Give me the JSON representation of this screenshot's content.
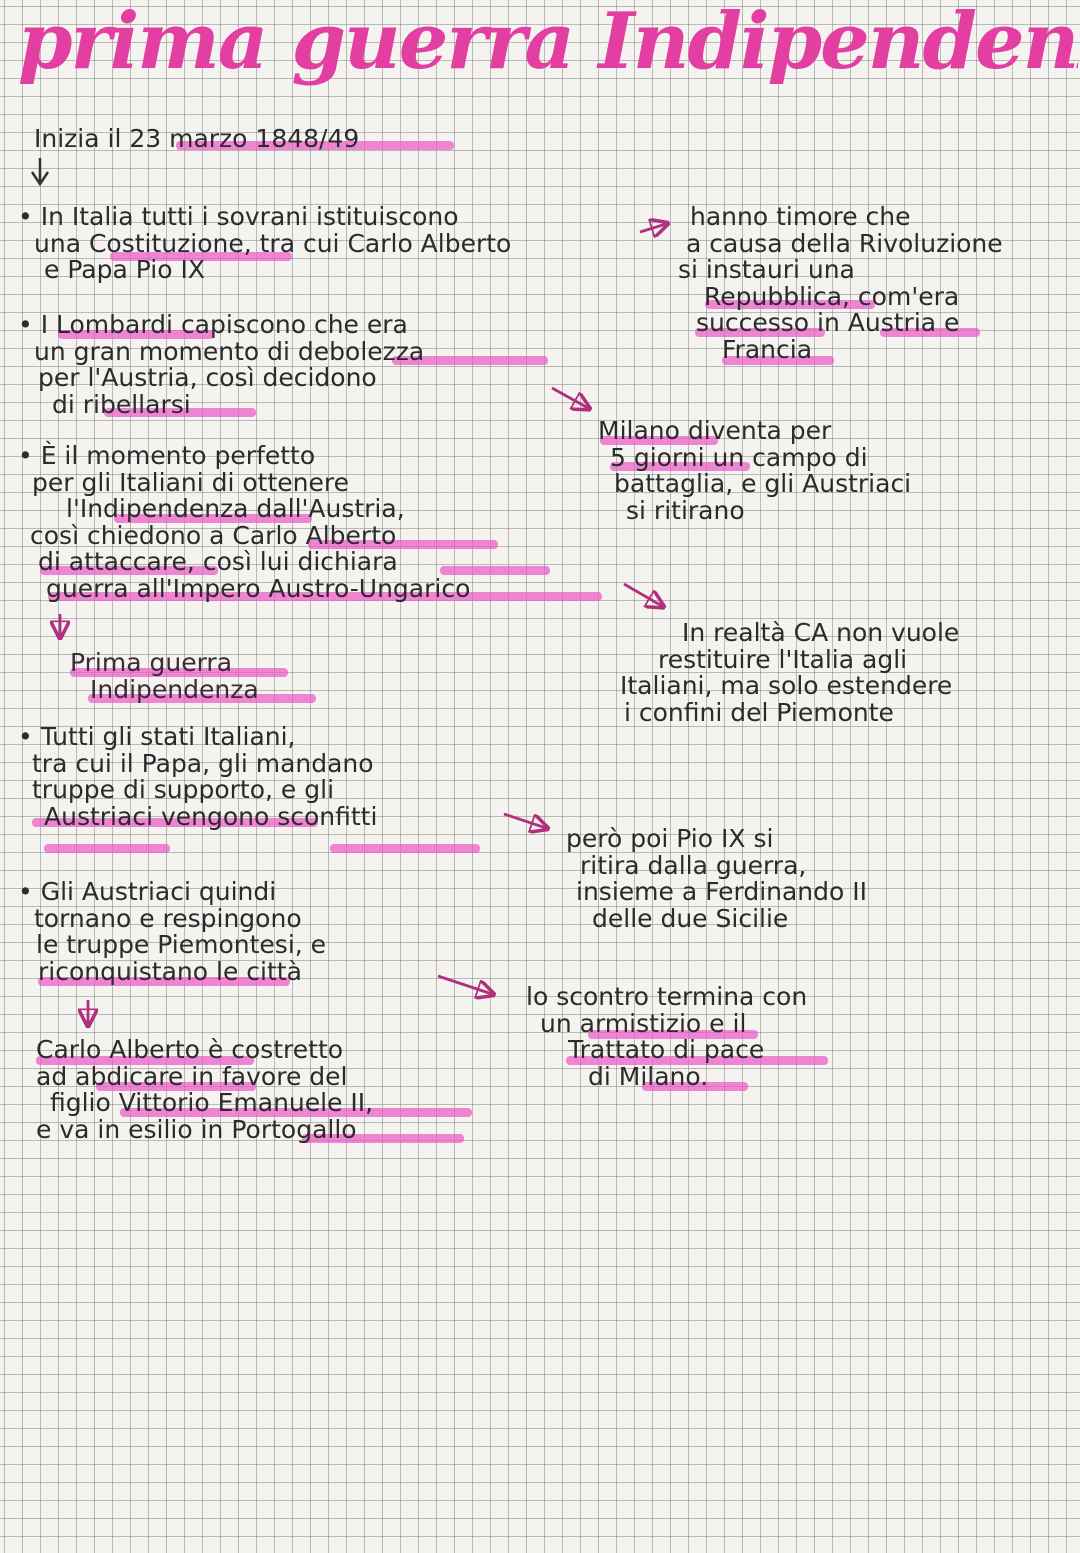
{
  "title": "prima guerra Indipendenz",
  "intro": "Inizia il 23 marzo 1848/49",
  "notes": {
    "costituzione": [
      "• In Italia tutti i sovrani istituiscono",
      "una Costituzione, tra cui Carlo Alberto",
      "e Papa Pio IX"
    ],
    "timore": [
      "hanno timore che",
      "a causa della Rivoluzione",
      "si instauri una",
      "Repubblica, com'era",
      "successo in Austria e",
      "Francia"
    ],
    "lombardi": [
      "• I Lombardi capiscono che era",
      "un gran momento di debolezza",
      "per l'Austria, così decidono",
      "di ribellarsi"
    ],
    "milano": [
      "Milano diventa per",
      "5 giorni un campo di",
      "battaglia, e gli Austriaci",
      "si ritirano"
    ],
    "momento": [
      "• È il momento perfetto",
      "per gli Italiani di ottenere",
      "l'Indipendenza dall'Austria,",
      "così chiedono a Carlo Alberto",
      "di attaccare, così lui dichiara",
      "guerra all'Impero Austro-Ungarico"
    ],
    "prima_guerra": [
      "Prima guerra",
      "Indipendenza"
    ],
    "inrealta": [
      "In realtà CA non vuole",
      "restituire l'Italia agli",
      "Italiani, ma solo estendere",
      "i confini del Piemonte"
    ],
    "stati": [
      "• Tutti gli stati Italiani,",
      "tra cui il Papa, gli mandano",
      "truppe di supporto, e gli",
      "Austriaci vengono sconfitti"
    ],
    "pio": [
      "però poi Pio IX si",
      "ritira dalla guerra,",
      "insieme a Ferdinando II",
      "delle due Sicilie"
    ],
    "austriaci": [
      "• Gli Austriaci quindi",
      "tornano e respingono",
      "le truppe Piemontesi, e",
      "riconquistano le città"
    ],
    "armistizio": [
      "lo scontro termina con",
      "un armistizio e il",
      "Trattato di pace",
      "di Milano."
    ],
    "abdicare": [
      "Carlo Alberto è costretto",
      "ad abdicare in favore del",
      "figlio Vittorio Emanuele II,",
      "e va in esilio in Portogallo"
    ]
  }
}
